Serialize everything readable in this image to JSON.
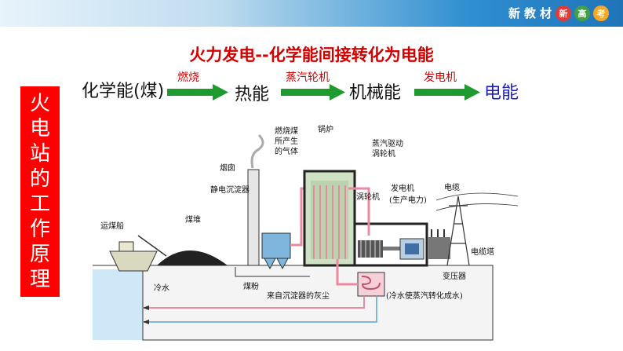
{
  "header": {
    "brand": [
      "新",
      "教",
      "材",
      "新",
      "高",
      "考"
    ]
  },
  "slide": {
    "title": "火力发电--化学能间接转化为电能"
  },
  "chain": {
    "n1": "化学能(煤)",
    "a1": "燃烧",
    "n2": "热能",
    "a2": "蒸汽轮机",
    "n3": "机械能",
    "a3": "发电机",
    "n4": "电能"
  },
  "side_panel": {
    "chars": [
      "火",
      "电",
      "站",
      "的",
      "工",
      "作",
      "原",
      "理"
    ]
  },
  "diagram_labels": {
    "gas": [
      "燃烧煤",
      "所产生",
      "的气体"
    ],
    "boiler": "锅炉",
    "turbine_drive": [
      "蒸汽驱动",
      "涡轮机"
    ],
    "chimney": "烟囱",
    "precipitator": "静电沉淀器",
    "coal_pile": "煤堆",
    "coal_ship": "运煤船",
    "generator": "发电机",
    "generator_note": "(生产电力)",
    "turbine": "涡轮机",
    "cable": "电缆",
    "tower": "电缆塔",
    "transformer": "变压器",
    "cold_water": "冷水",
    "coal_powder": "煤粉",
    "ash": "来自沉淀器的灰尘",
    "condense": "(冷水使蒸汽转化成水)"
  },
  "colors": {
    "title_red": "#d40000",
    "arrow_green": "#1e9a2e",
    "panel_red": "#ff0000",
    "blue_text": "#1a1acc",
    "pipe_pink": "#e98aa0",
    "water_blue": "#cfe8f7"
  }
}
